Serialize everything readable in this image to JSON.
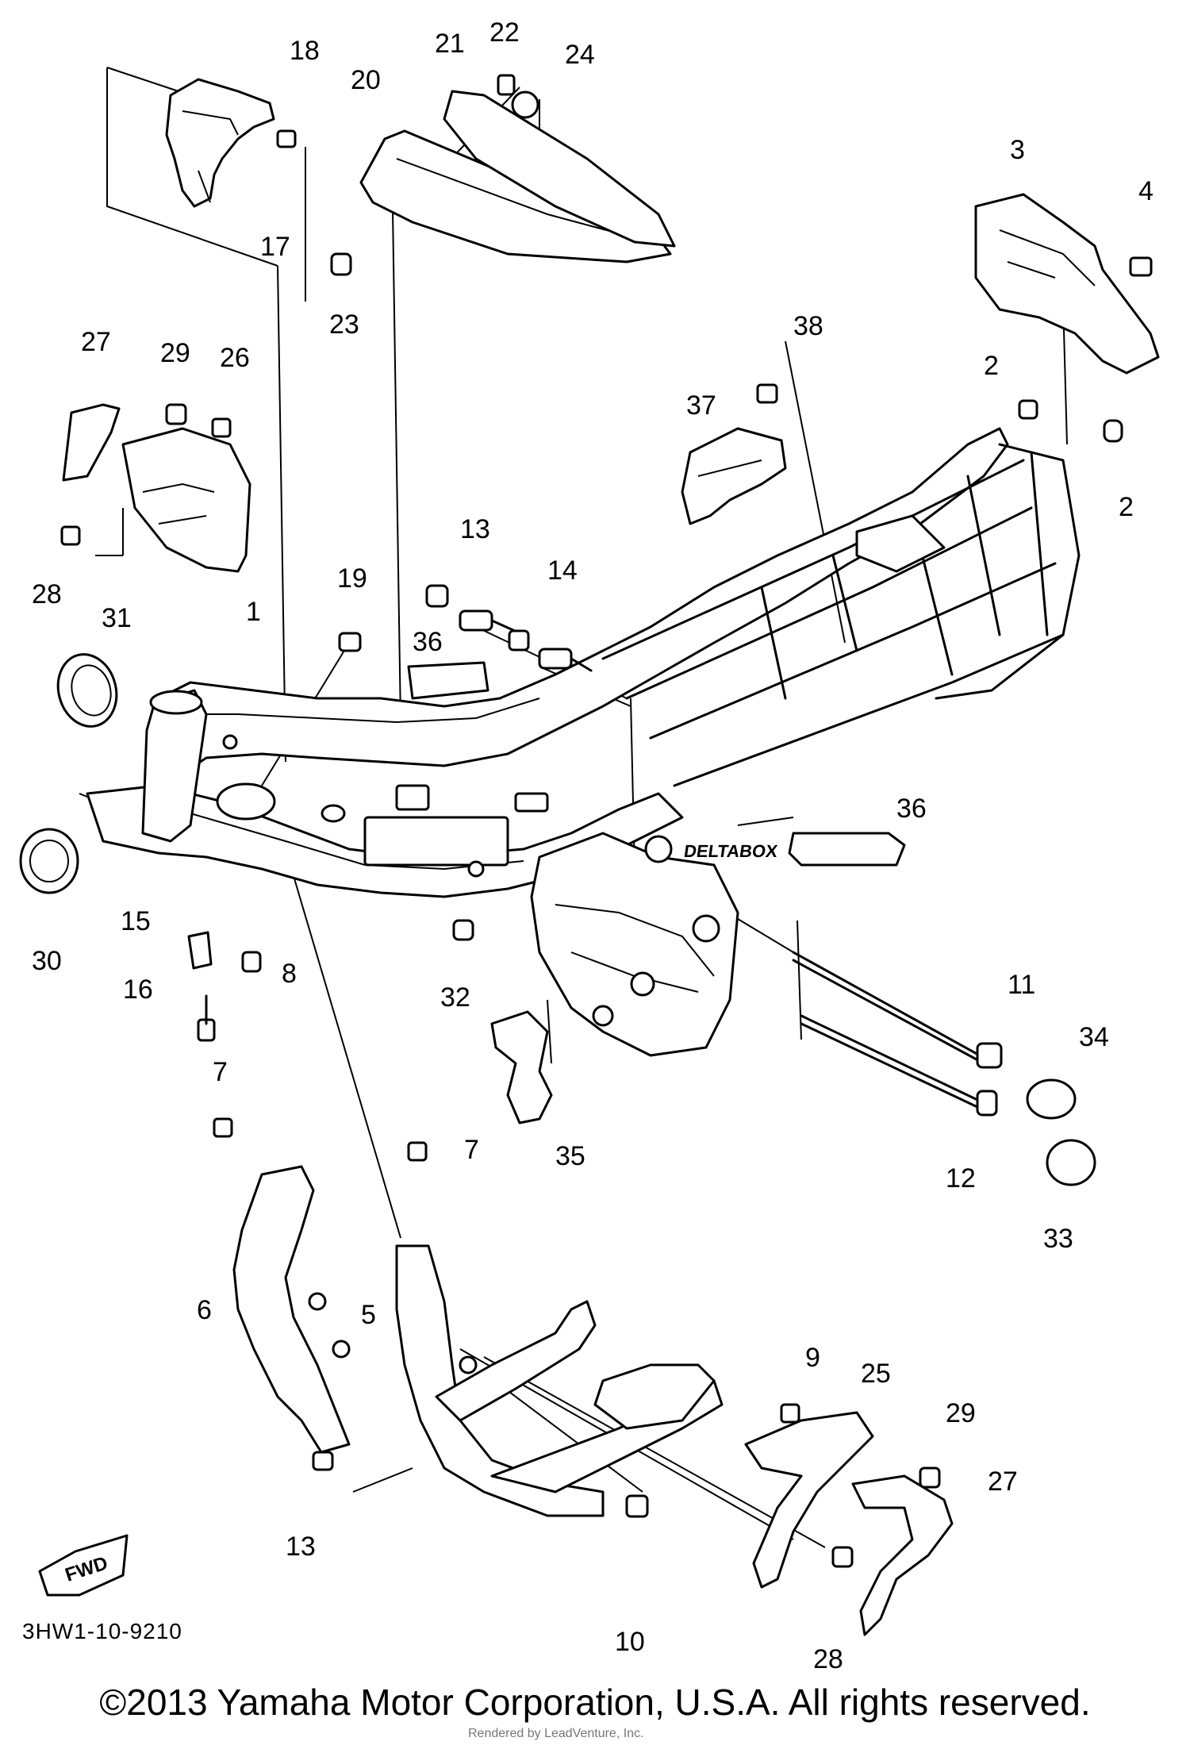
{
  "diagram": {
    "part_code": "3HW1-10-9210",
    "fwd_label": "FWD",
    "decal_text": "DELTABOX",
    "copyright": "©2013 Yamaha Motor Corporation, U.S.A. All rights reserved.",
    "watermark": "Rendered by LeadVenture, Inc.",
    "callouts": [
      {
        "id": "c18",
        "text": "18"
      },
      {
        "id": "c17",
        "text": "17"
      },
      {
        "id": "c20",
        "text": "20"
      },
      {
        "id": "c21",
        "text": "21"
      },
      {
        "id": "c22",
        "text": "22"
      },
      {
        "id": "c24",
        "text": "24"
      },
      {
        "id": "c23",
        "text": "23"
      },
      {
        "id": "c3",
        "text": "3"
      },
      {
        "id": "c4",
        "text": "4"
      },
      {
        "id": "c27a",
        "text": "27"
      },
      {
        "id": "c29a",
        "text": "29"
      },
      {
        "id": "c26",
        "text": "26"
      },
      {
        "id": "c28a",
        "text": "28"
      },
      {
        "id": "c38",
        "text": "38"
      },
      {
        "id": "c37",
        "text": "37"
      },
      {
        "id": "c2a",
        "text": "2"
      },
      {
        "id": "c2b",
        "text": "2"
      },
      {
        "id": "c13a",
        "text": "13"
      },
      {
        "id": "c14",
        "text": "14"
      },
      {
        "id": "c19",
        "text": "19"
      },
      {
        "id": "c36a",
        "text": "36"
      },
      {
        "id": "c1",
        "text": "1"
      },
      {
        "id": "c31",
        "text": "31"
      },
      {
        "id": "c36b",
        "text": "36"
      },
      {
        "id": "c30",
        "text": "30"
      },
      {
        "id": "c15",
        "text": "15"
      },
      {
        "id": "c16",
        "text": "16"
      },
      {
        "id": "c8",
        "text": "8"
      },
      {
        "id": "c32",
        "text": "32"
      },
      {
        "id": "c11",
        "text": "11"
      },
      {
        "id": "c34",
        "text": "34"
      },
      {
        "id": "c12",
        "text": "12"
      },
      {
        "id": "c35",
        "text": "35"
      },
      {
        "id": "c33",
        "text": "33"
      },
      {
        "id": "c7a",
        "text": "7"
      },
      {
        "id": "c7b",
        "text": "7"
      },
      {
        "id": "c6",
        "text": "6"
      },
      {
        "id": "c5",
        "text": "5"
      },
      {
        "id": "c9",
        "text": "9"
      },
      {
        "id": "c25",
        "text": "25"
      },
      {
        "id": "c29b",
        "text": "29"
      },
      {
        "id": "c27b",
        "text": "27"
      },
      {
        "id": "c13b",
        "text": "13"
      },
      {
        "id": "c10",
        "text": "10"
      },
      {
        "id": "c28b",
        "text": "28"
      }
    ]
  }
}
